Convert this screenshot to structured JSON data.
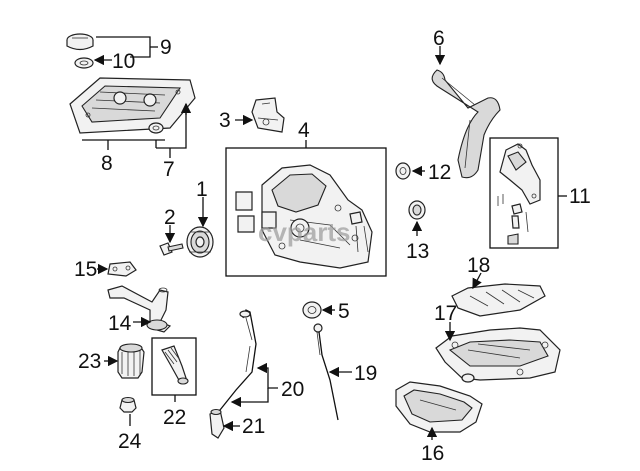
{
  "callouts": {
    "c1": "1",
    "c2": "2",
    "c3": "3",
    "c4": "4",
    "c5": "5",
    "c6": "6",
    "c7": "7",
    "c8": "8",
    "c9": "9",
    "c10": "10",
    "c11": "11",
    "c12": "12",
    "c13": "13",
    "c14": "14",
    "c15": "15",
    "c16": "16",
    "c17": "17",
    "c18": "18",
    "c19": "19",
    "c20": "20",
    "c21": "21",
    "c22": "22",
    "c23": "23",
    "c24": "24"
  },
  "watermark": "cvparts"
}
